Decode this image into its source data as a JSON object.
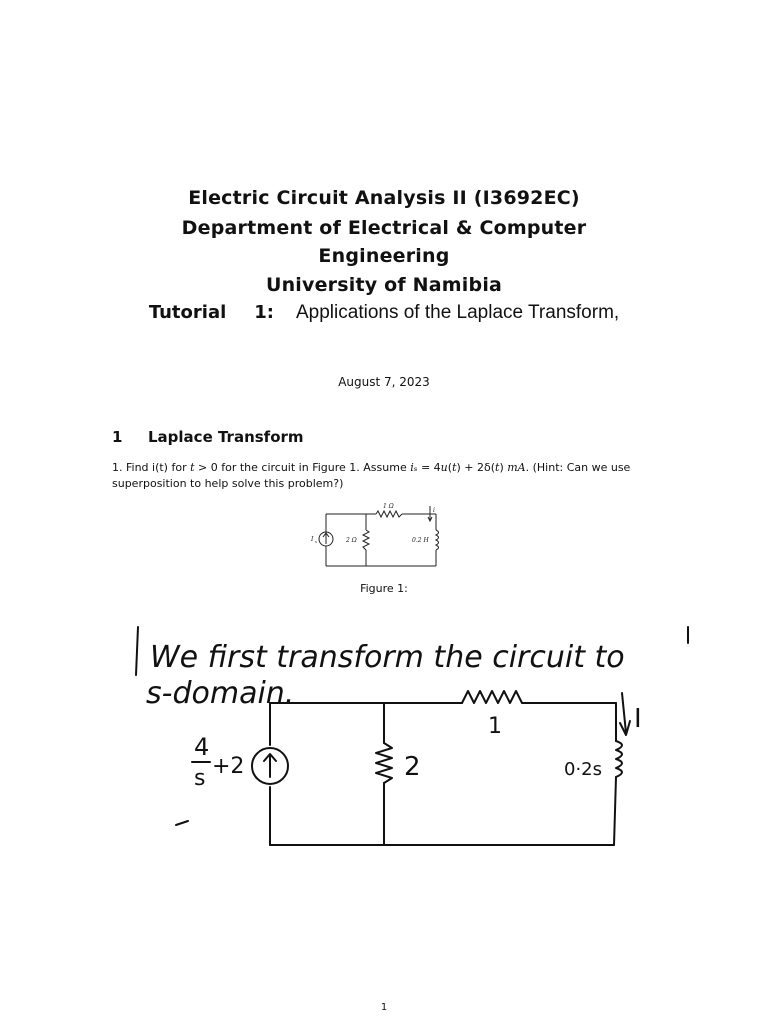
{
  "header": {
    "line1": "Electric Circuit Analysis II (I3692EC)",
    "line2": "Department of Electrical & Computer",
    "line3": "Engineering",
    "line4": "University of Namibia"
  },
  "tutorial": {
    "label": "Tutorial",
    "number": "1:",
    "subject": "Applications of the Laplace Transform,"
  },
  "date": "August 7, 2023",
  "section": {
    "number": "1",
    "title": "Laplace Transform"
  },
  "question": {
    "p1": "1.  Find i(t) for ",
    "t": "t",
    "p2": " > 0 for the circuit in Figure 1. Assume ",
    "is": "iₛ",
    "p3": " = 4",
    "u": "u",
    "p4": "(",
    "t2": "t",
    "p5": ") + 2δ(",
    "t3": "t",
    "p6": ") ",
    "ma": "mA",
    "p7": ". (Hint: Can we use superposition to help solve this problem?)"
  },
  "figure1": {
    "caption": "Figure 1:",
    "source_label": "I",
    "source_sub": "s",
    "r1_label": "1 Ω",
    "r2_label": "2 Ω",
    "l_label": "0.2 H",
    "current_label": "i"
  },
  "handwritten": {
    "line1": "We first transform the circuit to",
    "line2": "s-domain.",
    "src_num": "4",
    "src_den": "s",
    "src_plus": "+2",
    "r2": "2",
    "r1": "1",
    "l": "0·2s",
    "current": "I"
  },
  "page_number": "1"
}
